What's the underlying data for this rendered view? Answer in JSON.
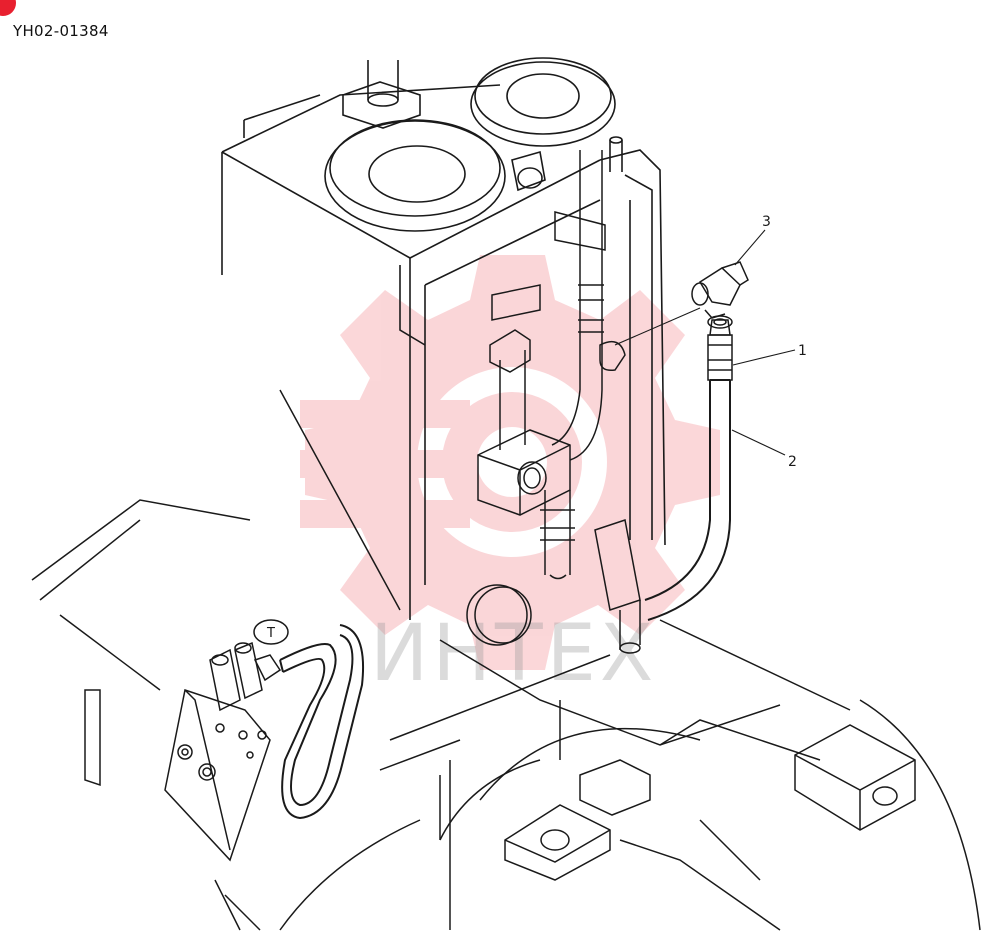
{
  "diagram": {
    "part_number": "YH02-01384",
    "callouts": [
      "1",
      "2",
      "3"
    ],
    "port_label": "T",
    "watermark_text": "ИНТЕХ",
    "colors": {
      "line": "#1a1a1a",
      "accent_marker": "#e8202f",
      "watermark": "#e8202f",
      "watermark_text": "#9a9a9a",
      "hose": "#2a2a2a"
    }
  }
}
